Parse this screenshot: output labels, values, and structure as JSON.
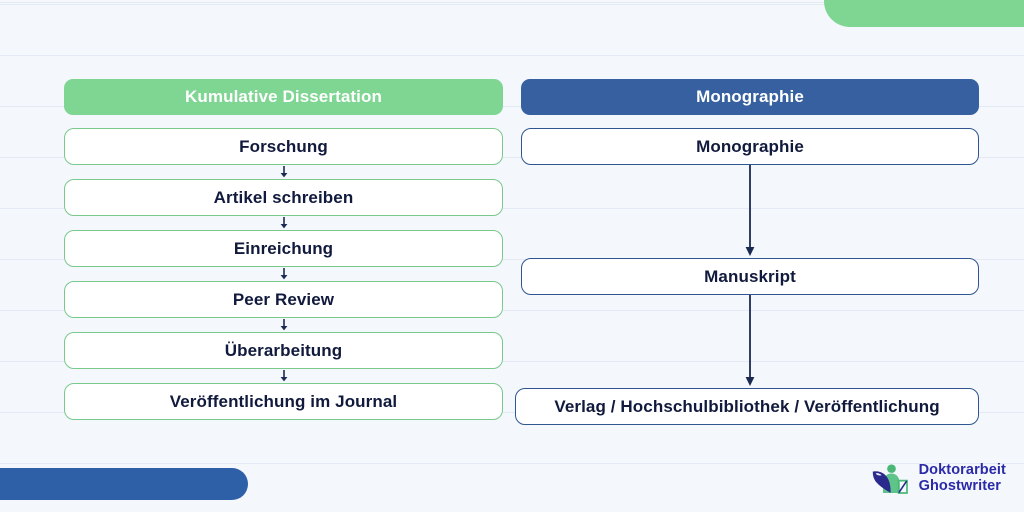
{
  "theme": {
    "page_background": "#f4f7fc",
    "green": "#7fd693",
    "green_border": "#79c98d",
    "blue": "#36609f",
    "blue_border": "#2f5690",
    "text_dark": "#111a3d",
    "logo_color": "#2a2aa8"
  },
  "decorations": {
    "top_right_shape": "green-rounded-banner",
    "bottom_left_shape": "blue-rounded-bar"
  },
  "diagram": {
    "columns": [
      {
        "id": "kumulative",
        "header": "Kumulative Dissertation",
        "accent": "green",
        "steps": [
          "Forschung",
          "Artikel schreiben",
          "Einreichung",
          "Peer Review",
          "Überarbeitung",
          "Veröffentlichung im Journal"
        ]
      },
      {
        "id": "monographie",
        "header": "Monographie",
        "accent": "blue",
        "steps": [
          "Monographie",
          "Manuskript",
          "Verlag / Hochschulbibliothek / Veröffentlichung"
        ]
      }
    ]
  },
  "logo": {
    "line1": "Doktorarbeit",
    "line2": "Ghostwriter",
    "mark": "graduate-figure-book-icon"
  }
}
